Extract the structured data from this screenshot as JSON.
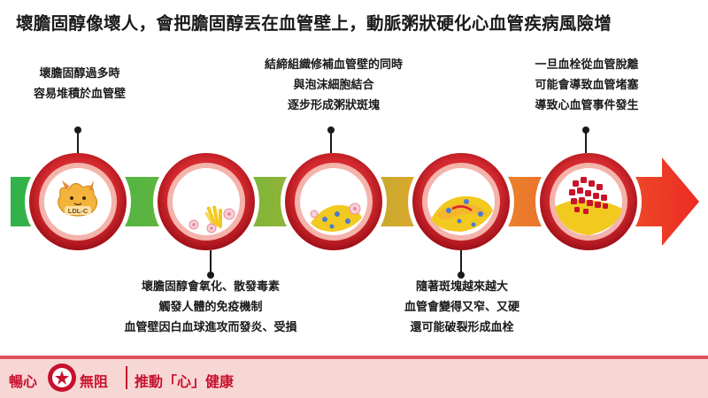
{
  "title": "壞膽固醇像壞人，會把膽固醇丟在血管壁上，動脈粥狀硬化心血管疾病風險增",
  "stages": [
    {
      "label": "LDL-C",
      "lines": [
        "壞膽固醇過多時",
        "容易堆積於血管壁"
      ]
    },
    {
      "lines": [
        "壞膽固醇會氧化、散發毒素",
        "觸發人體的免疫機制",
        "血管壁因白血球進攻而發炎、受損"
      ]
    },
    {
      "lines": [
        "結締組織修補血管壁的同時",
        "與泡沫細胞結合",
        "逐步形成粥狀斑塊"
      ]
    },
    {
      "lines": [
        "隨著斑塊越來越大",
        "血管會變得又窄、又硬",
        "還可能破裂形成血栓"
      ]
    },
    {
      "lines": [
        "一旦血栓從血管脫離",
        "可能會導致血管堵塞",
        "導致心血管事件發生"
      ]
    }
  ],
  "footer": {
    "brand_left": "暢心",
    "brand_right": "無阻",
    "slogan": "推動「心」健康"
  },
  "colors": {
    "accent": "#c8102e",
    "vessel_outer": "#b9141f",
    "vessel_inner": "#f4a7a0",
    "plaque": "#f2c91f"
  }
}
